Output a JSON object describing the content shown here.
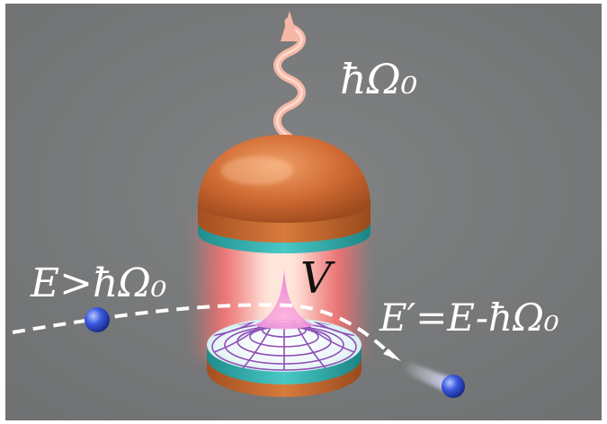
{
  "labels": {
    "emitted_photon": "ħΩ₀",
    "cavity_potential": "V",
    "incoming_electron": "E>ħΩ₀",
    "outgoing_electron": "E′=E-ħΩ₀"
  },
  "colors": {
    "background": "#7a7c7d",
    "frame": "#ffffff",
    "electrode_copper": "#c4642a",
    "electrode_teal": "#2fb0b0",
    "cavity_glow": "#ff6b6b",
    "photon_wave": "#f6b7a6",
    "potential_mesh": "#8f4fb8",
    "electron_blue": "#2d49c9",
    "trajectory": "#ffffff"
  }
}
